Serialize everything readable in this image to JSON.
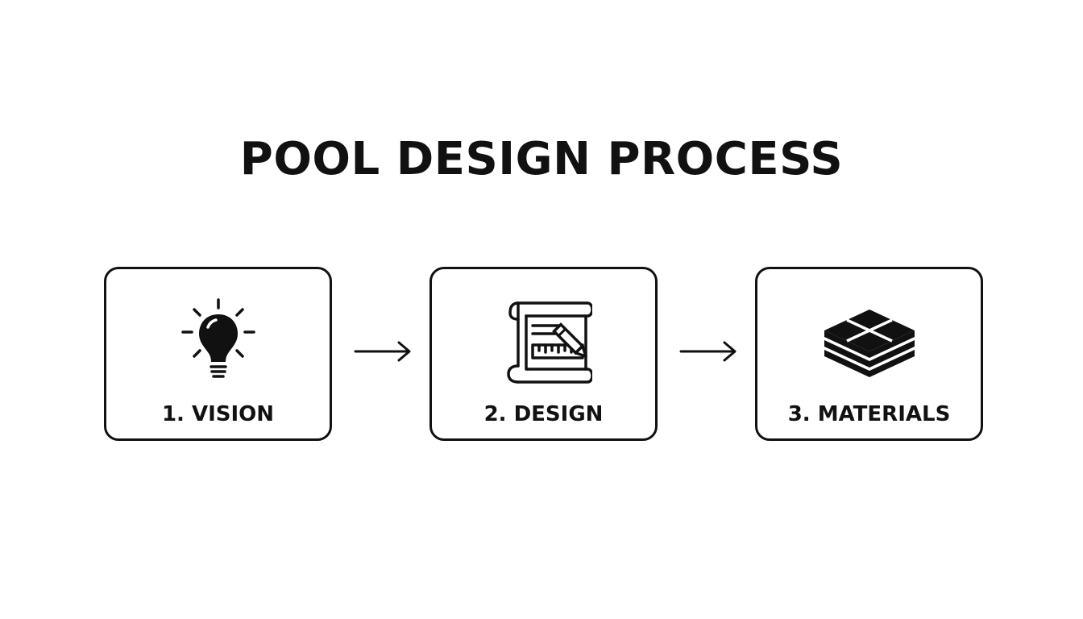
{
  "title": "POOL DESIGN PROCESS",
  "steps": [
    {
      "label": "1. VISION",
      "icon": "lightbulb-icon"
    },
    {
      "label": "2. DESIGN",
      "icon": "blueprint-icon"
    },
    {
      "label": "3. MATERIALS",
      "icon": "tiles-icon"
    }
  ],
  "colors": {
    "ink": "#111111",
    "background": "#ffffff"
  }
}
